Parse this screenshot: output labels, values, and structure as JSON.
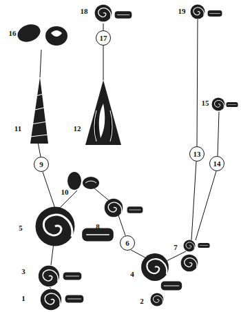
{
  "diagram": {
    "nodes": [
      {
        "text": [
          "17"
        ]
      },
      {
        "text": [
          "9"
        ]
      },
      {
        "text": [
          "6"
        ]
      },
      {
        "text": [
          "13"
        ]
      },
      {
        "text": [
          "14"
        ]
      }
    ],
    "labels": [
      "18",
      "16",
      "19",
      "15",
      "11",
      "12",
      "10",
      "8",
      "5",
      "7",
      "3",
      "4",
      "2",
      "1"
    ]
  }
}
